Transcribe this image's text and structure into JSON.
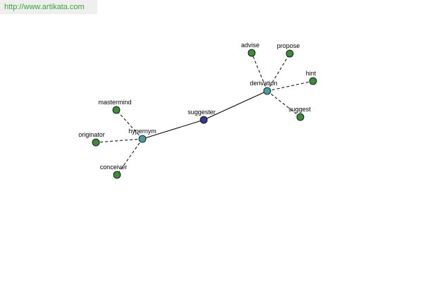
{
  "banner": {
    "url": "http://www.artikata.com"
  },
  "colors": {
    "center": "#3a3a8c",
    "hub": "#4a9aa0",
    "leaf": "#3e8a3e",
    "banner_text": "#3aa33a"
  },
  "graph": {
    "nodes": {
      "suggester": {
        "label": "suggester",
        "kind": "center"
      },
      "hypernym": {
        "label": "hypernym",
        "kind": "hub"
      },
      "derivation": {
        "label": "derivation",
        "kind": "hub"
      },
      "mastermind": {
        "label": "mastermind",
        "kind": "leaf"
      },
      "originator": {
        "label": "originator",
        "kind": "leaf"
      },
      "conceiver": {
        "label": "conceiver",
        "kind": "leaf"
      },
      "advise": {
        "label": "advise",
        "kind": "leaf"
      },
      "propose": {
        "label": "propose",
        "kind": "leaf"
      },
      "hint": {
        "label": "hint",
        "kind": "leaf"
      },
      "suggest": {
        "label": "suggest",
        "kind": "leaf"
      }
    },
    "edges": [
      {
        "from": "suggester",
        "to": "hypernym",
        "style": "solid"
      },
      {
        "from": "suggester",
        "to": "derivation",
        "style": "solid"
      },
      {
        "from": "hypernym",
        "to": "mastermind",
        "style": "dashed"
      },
      {
        "from": "hypernym",
        "to": "originator",
        "style": "dashed"
      },
      {
        "from": "hypernym",
        "to": "conceiver",
        "style": "dashed"
      },
      {
        "from": "derivation",
        "to": "advise",
        "style": "dashed"
      },
      {
        "from": "derivation",
        "to": "propose",
        "style": "dashed"
      },
      {
        "from": "derivation",
        "to": "hint",
        "style": "dashed"
      },
      {
        "from": "derivation",
        "to": "suggest",
        "style": "dashed"
      }
    ]
  }
}
